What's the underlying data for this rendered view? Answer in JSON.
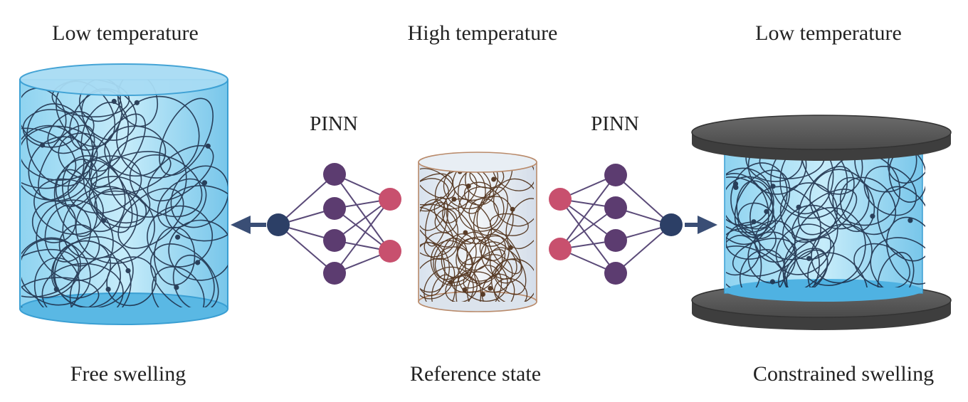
{
  "labels": {
    "left_top": "Low temperature",
    "center_top": "High temperature",
    "right_top": "Low temperature",
    "pinn_left": "PINN",
    "pinn_right": "PINN",
    "left_bottom": "Free swelling",
    "center_bottom": "Reference state",
    "right_bottom": "Constrained swelling"
  },
  "colors": {
    "water_light": "#bfe6f7",
    "water": "#6cc4ea",
    "water_edge": "#3a9fd3",
    "network_blue": "#1d2f4a",
    "network_brown": "#4a2a12",
    "reference_fill": "#e4ecf4",
    "reference_edge": "#b98a6a",
    "node_purple": "#5c3c70",
    "node_pink": "#c8506e",
    "node_navy": "#2c3f66",
    "arrow": "#3a4e75",
    "plate": "#5a5a5a",
    "plate_dark": "#3e3e3e"
  },
  "icons": {
    "left_cylinder": "swollen-hydrogel-icon",
    "center_cylinder": "reference-hydrogel-icon",
    "right_cylinder": "constrained-hydrogel-icon",
    "left_network": "neural-network-icon",
    "right_network": "neural-network-icon"
  }
}
